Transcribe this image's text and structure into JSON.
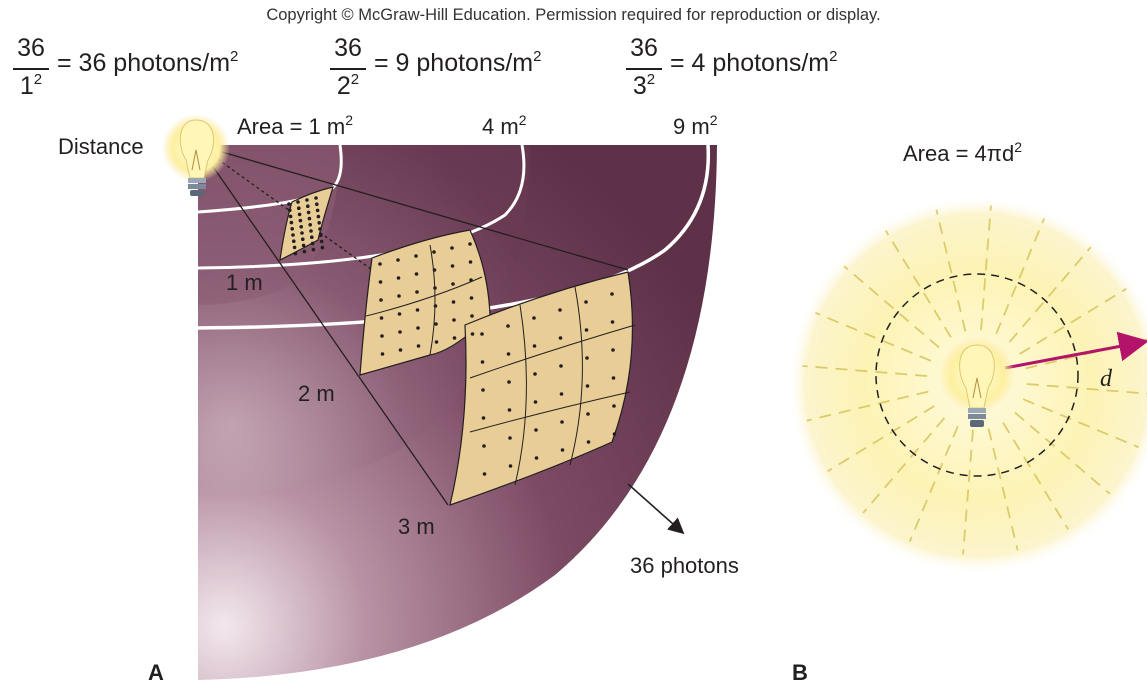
{
  "copyright": "Copyright © McGraw-Hill Education. Permission required for reproduction or display.",
  "equations": [
    {
      "numerator": "36",
      "denominator": "1",
      "exponent": "2",
      "result": "= 36 photons/m",
      "unit_exponent": "2"
    },
    {
      "numerator": "36",
      "denominator": "2",
      "exponent": "2",
      "result": "= 9 photons/m",
      "unit_exponent": "2"
    },
    {
      "numerator": "36",
      "denominator": "3",
      "exponent": "2",
      "result": "= 4 photons/m",
      "unit_exponent": "2"
    }
  ],
  "panel_a": {
    "label": "A",
    "distance_label": "Distance",
    "area_labels": [
      {
        "text": "Area = 1 m",
        "exp": "2"
      },
      {
        "text": "4 m",
        "exp": "2"
      },
      {
        "text": "9 m",
        "exp": "2"
      }
    ],
    "distance_markers": [
      "1 m",
      "2 m",
      "3 m"
    ],
    "photons_label": "36 photons"
  },
  "panel_b": {
    "label": "B",
    "area_formula": "Area = 4πd",
    "area_exp": "2",
    "radius_label": "d"
  },
  "colors": {
    "sphere": "#6e3f57",
    "sphere_light": "#b892a4",
    "patch": "#e8cd97",
    "glow": "#fbf3b0",
    "arrow_b": "#b4136a",
    "bulb": "#fff7c0"
  }
}
